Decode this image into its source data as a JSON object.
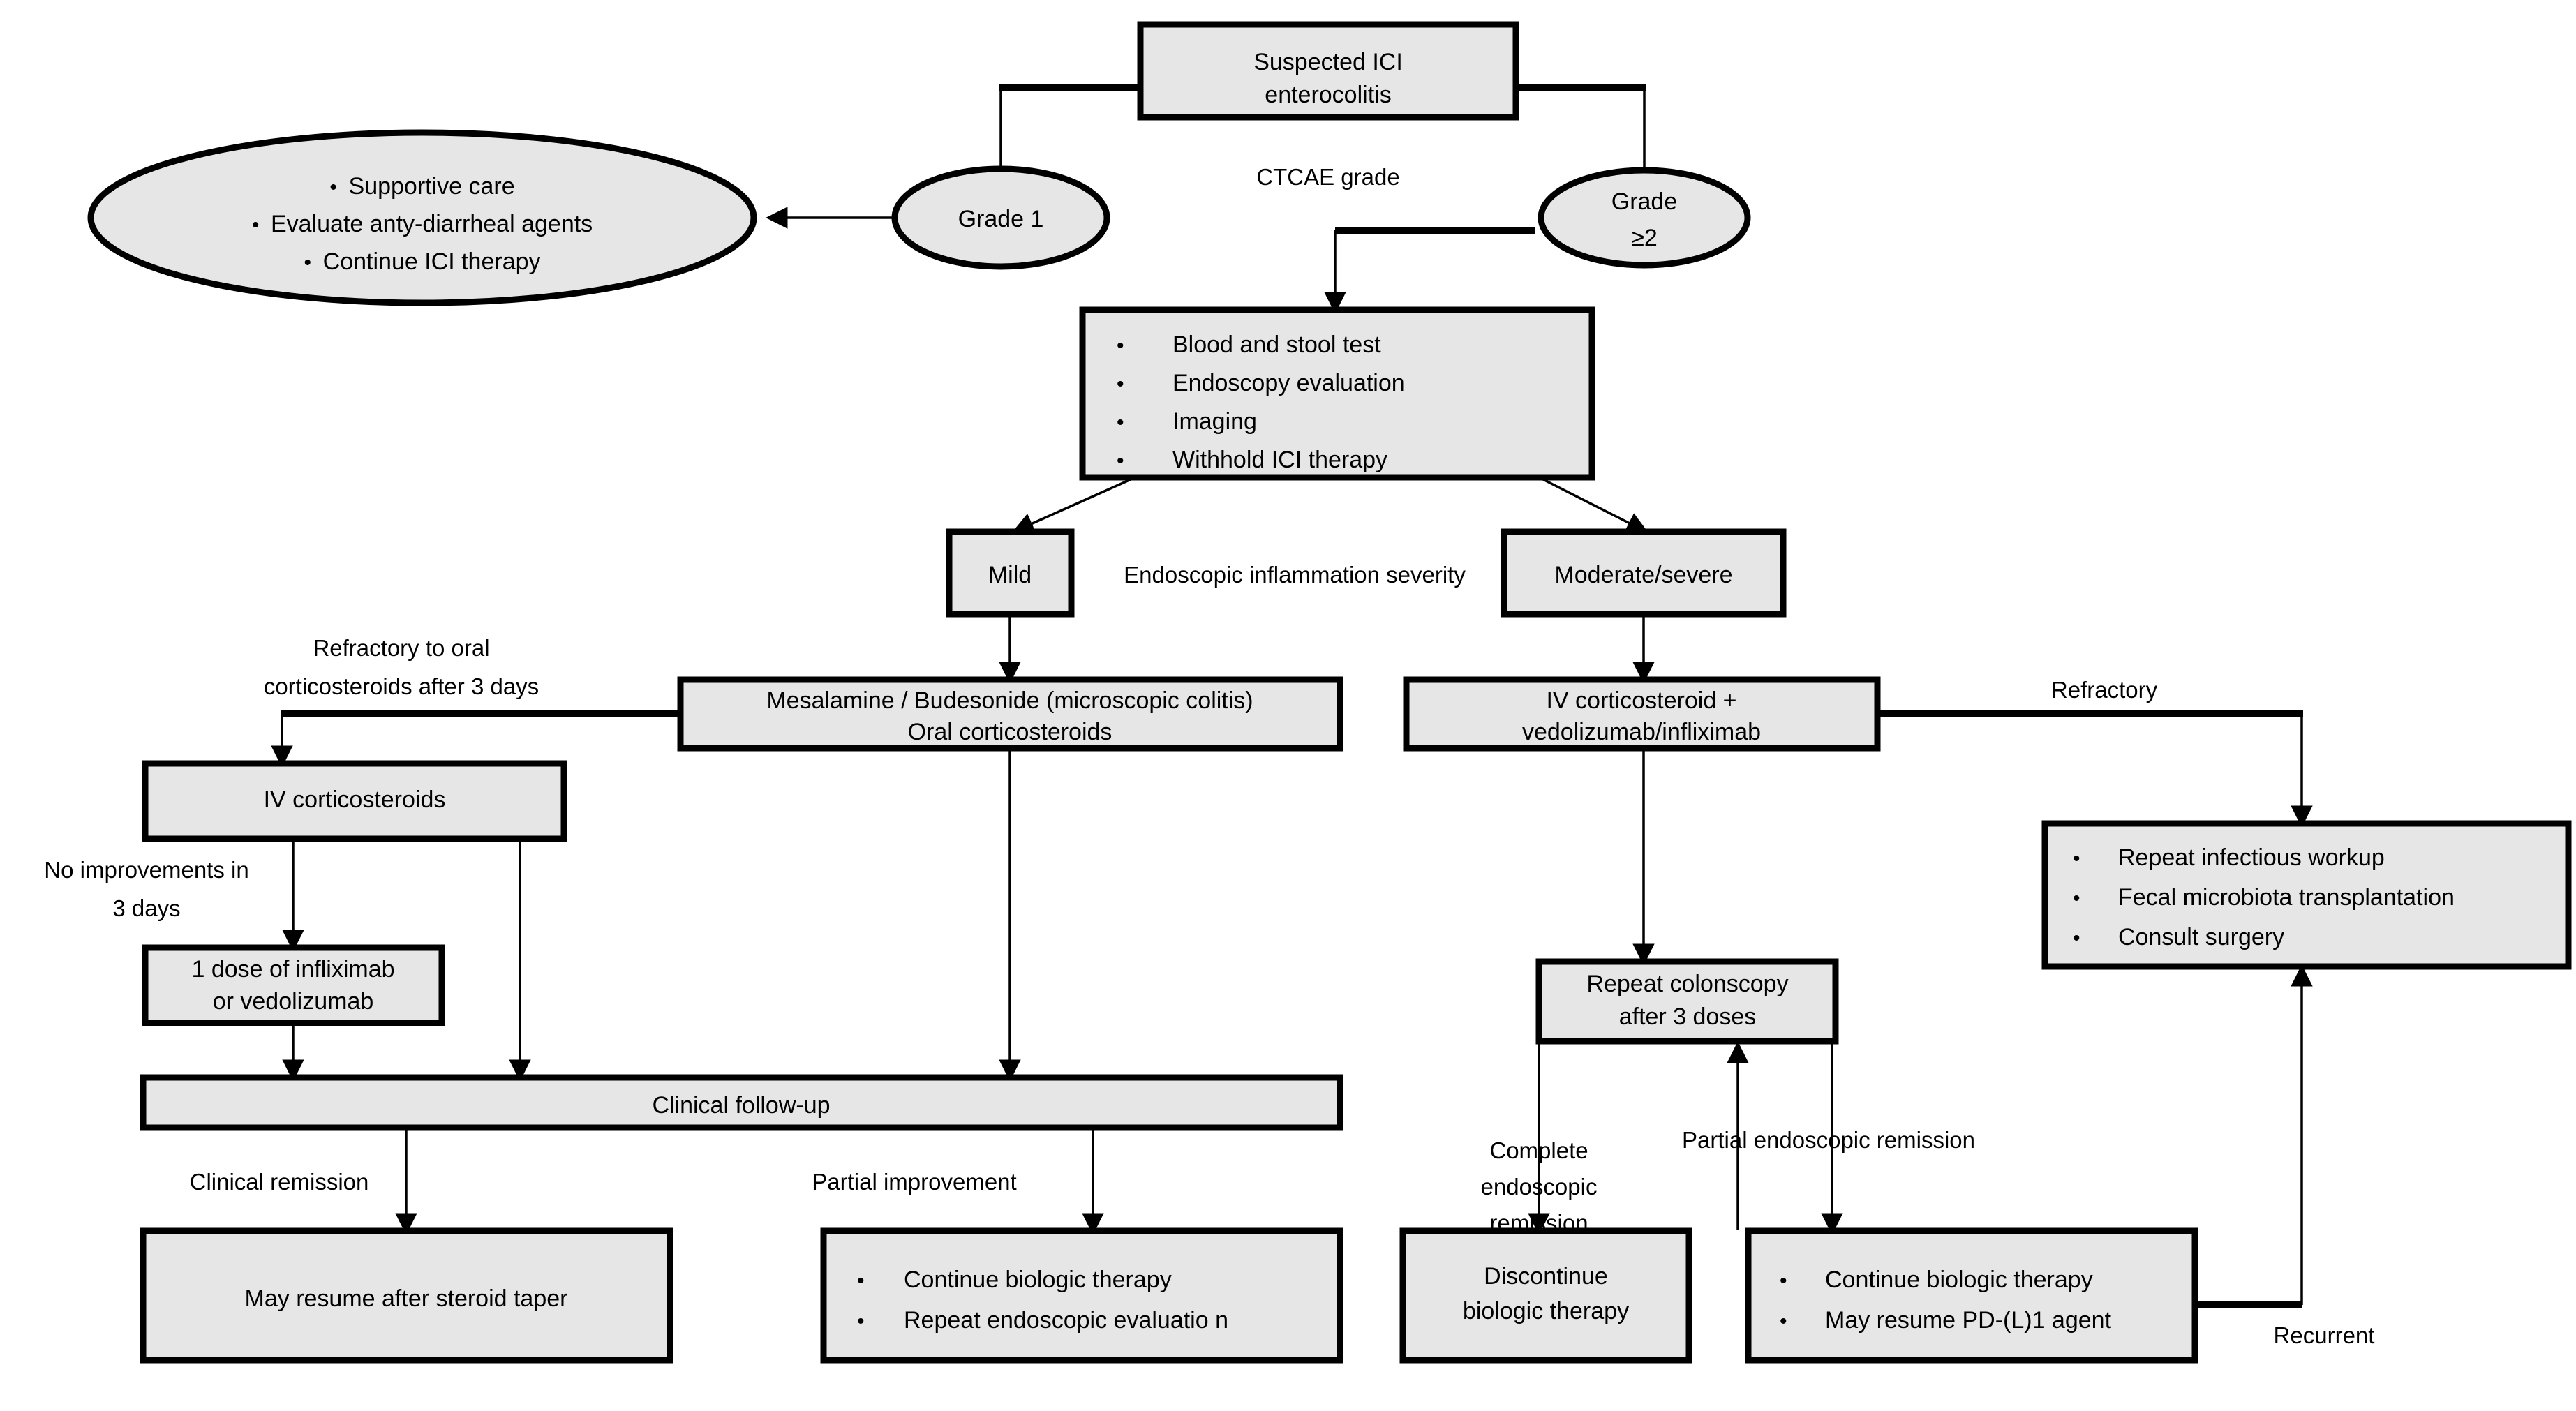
{
  "diagram": {
    "title": "ICI enterocolitis management algorithm",
    "colors": {
      "node_fill": "#e6e6e6",
      "node_stroke": "#000000",
      "background": "#ffffff"
    },
    "nodes": {
      "suspected": {
        "line1": "Suspected ICI",
        "line2": "enterocolitis"
      },
      "grade1": {
        "label": "Grade 1"
      },
      "grade2": {
        "line1": "Grade",
        "line2": "≥2"
      },
      "supportive": {
        "items": [
          "Supportive care",
          "Evaluate  anty-diarrheal  agents",
          "Continue ICI therapy"
        ]
      },
      "workup": {
        "items": [
          "Blood and stool test",
          "Endoscopy evaluation",
          "Imaging",
          "Withhold ICI therapy"
        ]
      },
      "mild": {
        "label": "Mild"
      },
      "moderate": {
        "label": "Moderate/severe"
      },
      "mesalamine": {
        "line1": "Mesalamine  /  Budesonide (microscopic colitis)",
        "line2": "Oral corticosteroids"
      },
      "iv_cortico_vedo": {
        "line1": "IV corticosteroid +",
        "line2": "vedolizumab/infliximab"
      },
      "iv_corticosteroids": {
        "label": "IV corticosteroids"
      },
      "one_dose": {
        "line1": "1 dose of infliximab",
        "line2": "or vedolizumab"
      },
      "clinical_followup": {
        "label": "Clinical follow-up"
      },
      "may_resume": {
        "label": "May resume  after  steroid taper"
      },
      "continue_biologic_left": {
        "items": [
          "Continue biologic therapy",
          "Repeat  endoscopic evaluatio n"
        ]
      },
      "repeat_colonoscopy": {
        "line1": "Repeat  colonscopy",
        "line2": "after 3 doses"
      },
      "discontinue": {
        "line1": "Discontinue",
        "line2": "biologic therapy"
      },
      "continue_biologic_right": {
        "items": [
          "Continue biologic therapy",
          "May resume PD-(L)1 agent"
        ]
      },
      "refractory_workup": {
        "items": [
          "Repeat  infectious workup",
          "Fecal  microbiota transplantation",
          "Consult surgery"
        ]
      }
    },
    "edge_labels": {
      "ctcae": "CTCAE grade",
      "endoscopic_severity": "Endoscopic inflammation severity",
      "refractory_oral_l1": "Refractory to oral",
      "refractory_oral_l2": "corticosteroids after 3 days",
      "no_improvement_l1": "No improvements in",
      "no_improvement_l2": "3 days",
      "refractory": "Refractory",
      "clinical_remission": "Clinical remission",
      "partial_improvement": "Partial improvement",
      "complete_remission_l1": "Complete",
      "complete_remission_l2": "endoscopic",
      "complete_remission_l3": "remission",
      "partial_remission": "Partial endoscopic remission",
      "recurrent": "Recurrent"
    }
  }
}
